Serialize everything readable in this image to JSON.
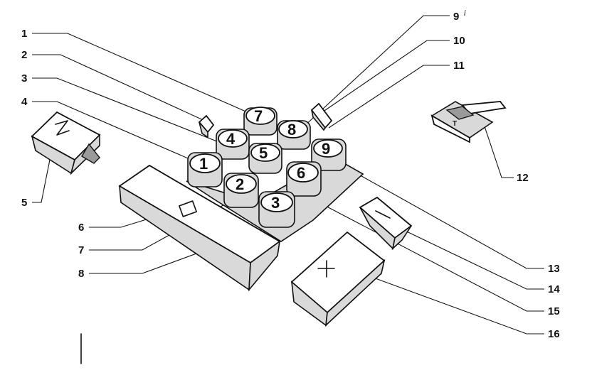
{
  "callouts": [
    {
      "id": "1",
      "label": "1"
    },
    {
      "id": "2",
      "label": "2"
    },
    {
      "id": "3",
      "label": "3"
    },
    {
      "id": "4",
      "label": "4"
    },
    {
      "id": "5",
      "label": "5"
    },
    {
      "id": "6",
      "label": "6"
    },
    {
      "id": "7",
      "label": "7"
    },
    {
      "id": "8",
      "label": "8"
    },
    {
      "id": "9",
      "label": "9"
    },
    {
      "id": "9i",
      "label": "i"
    },
    {
      "id": "10",
      "label": "10"
    },
    {
      "id": "11",
      "label": "11"
    },
    {
      "id": "12",
      "label": "12"
    },
    {
      "id": "13",
      "label": "13"
    },
    {
      "id": "14",
      "label": "14"
    },
    {
      "id": "15",
      "label": "15"
    },
    {
      "id": "16",
      "label": "16"
    }
  ],
  "keys": {
    "k1": "1",
    "k2": "2",
    "k3": "3",
    "k4": "4",
    "k5": "5",
    "k6": "6",
    "k7": "7",
    "k8": "8",
    "k9": "9",
    "plus": "+",
    "minus": "−",
    "square": "□"
  }
}
